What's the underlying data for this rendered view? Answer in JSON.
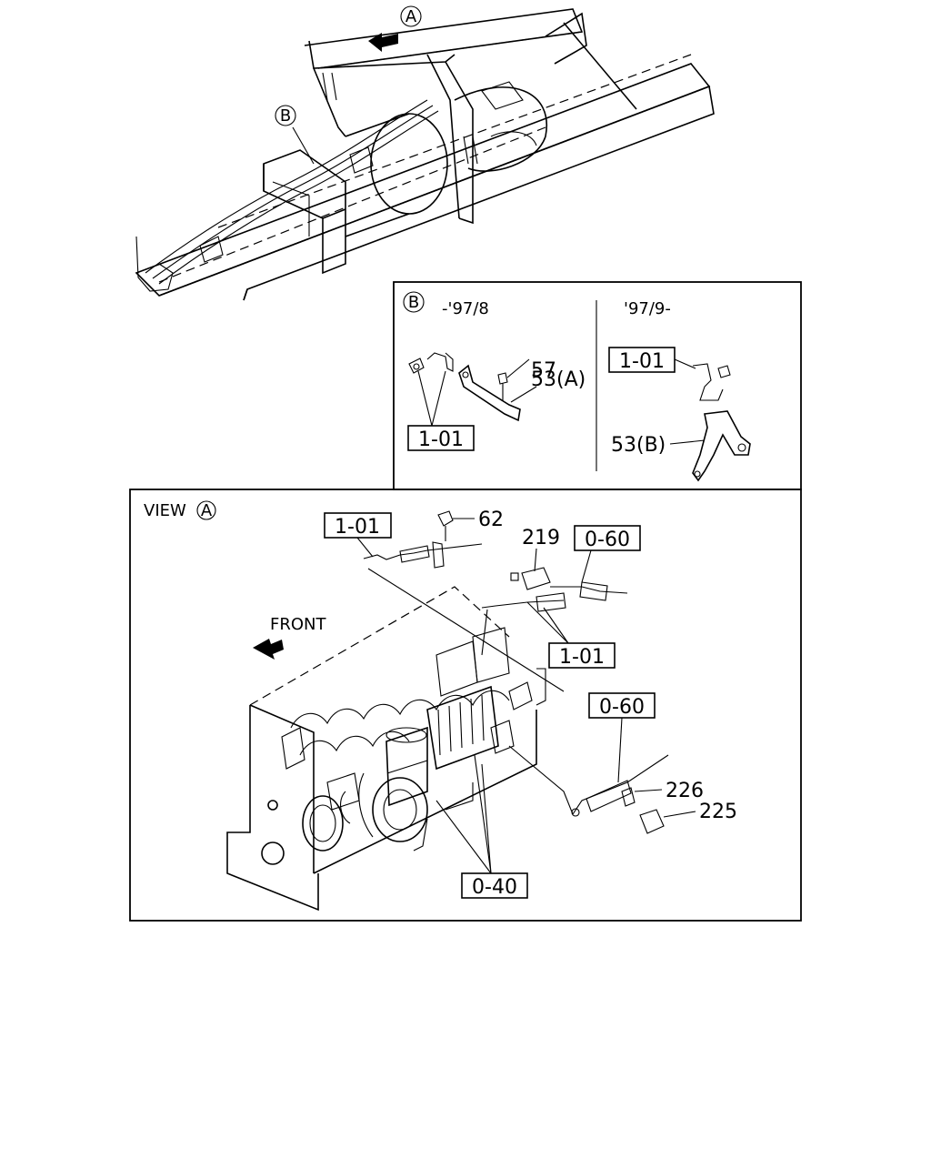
{
  "callouts": {
    "view_a_marker": "A",
    "detail_b_marker": "B"
  },
  "detail_b": {
    "marker": "B",
    "period_early": "-'97/8",
    "period_late": "'97/9-",
    "ref_early": "1-01",
    "ref_late": "1-01",
    "part_57": "57",
    "part_53a": "53(A)",
    "part_53b": "53(B)"
  },
  "view_a": {
    "title": "VIEW",
    "marker": "A",
    "front_label": "FRONT",
    "ref_cable_upper": "1-01",
    "part_62": "62",
    "part_219": "219",
    "ref_connector_upper": "0-60",
    "ref_cable_lower": "1-01",
    "ref_connector_lower": "0-60",
    "part_226": "226",
    "part_225": "225",
    "ref_engine": "0-40"
  }
}
